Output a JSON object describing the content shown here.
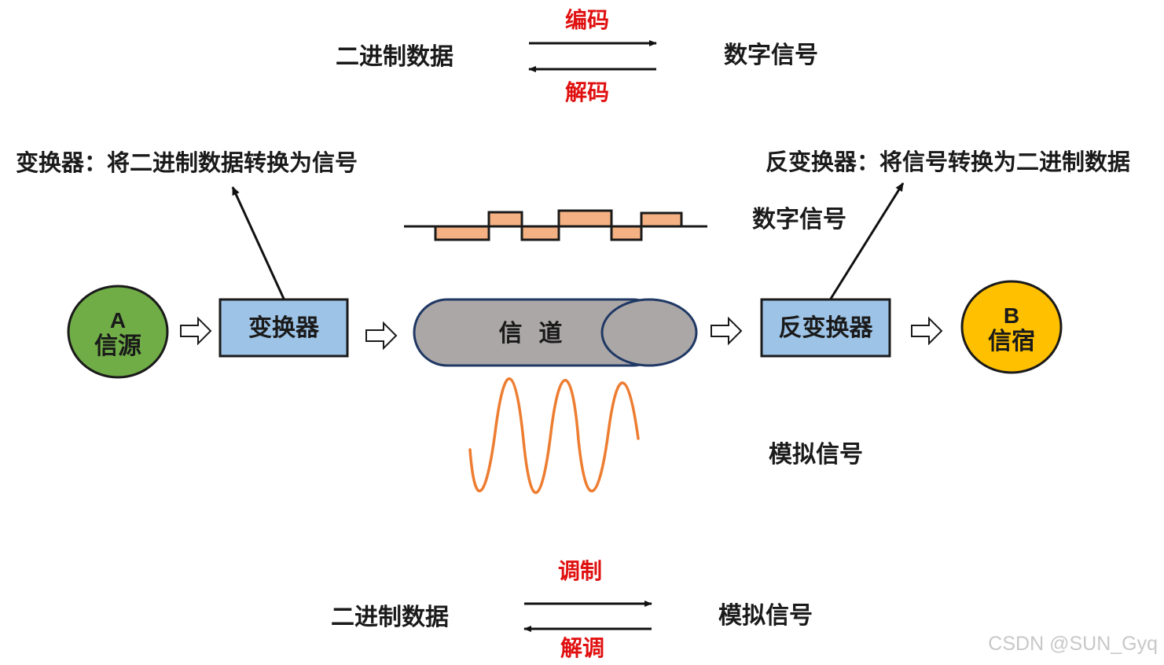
{
  "top_relation": {
    "left": "二进制数据",
    "right": "数字信号",
    "forward": "编码",
    "backward": "解码"
  },
  "bottom_relation": {
    "left": "二进制数据",
    "right": "模拟信号",
    "forward": "调制",
    "backward": "解调"
  },
  "notes": {
    "converter": "变换器：将二进制数据转换为信号",
    "inverse_converter": "反变换器：将信号转换为二进制数据"
  },
  "nodes": {
    "source_letter": "A",
    "source_name": "信源",
    "converter": "变换器",
    "channel": "信  道",
    "inverse_converter": "反变换器",
    "sink_letter": "B",
    "sink_name": "信宿"
  },
  "signal_labels": {
    "digital": "数字信号",
    "analog": "模拟信号"
  },
  "colors": {
    "source": "#70AD47",
    "sink": "#FFC000",
    "box": "#9DC3E6",
    "channel": "#ABA7A7",
    "digital_wave": "#F4B183",
    "analog_wave": "#ED7D31",
    "highlight_text": "#E01010"
  },
  "watermark": "CSDN @SUN_Gyq"
}
